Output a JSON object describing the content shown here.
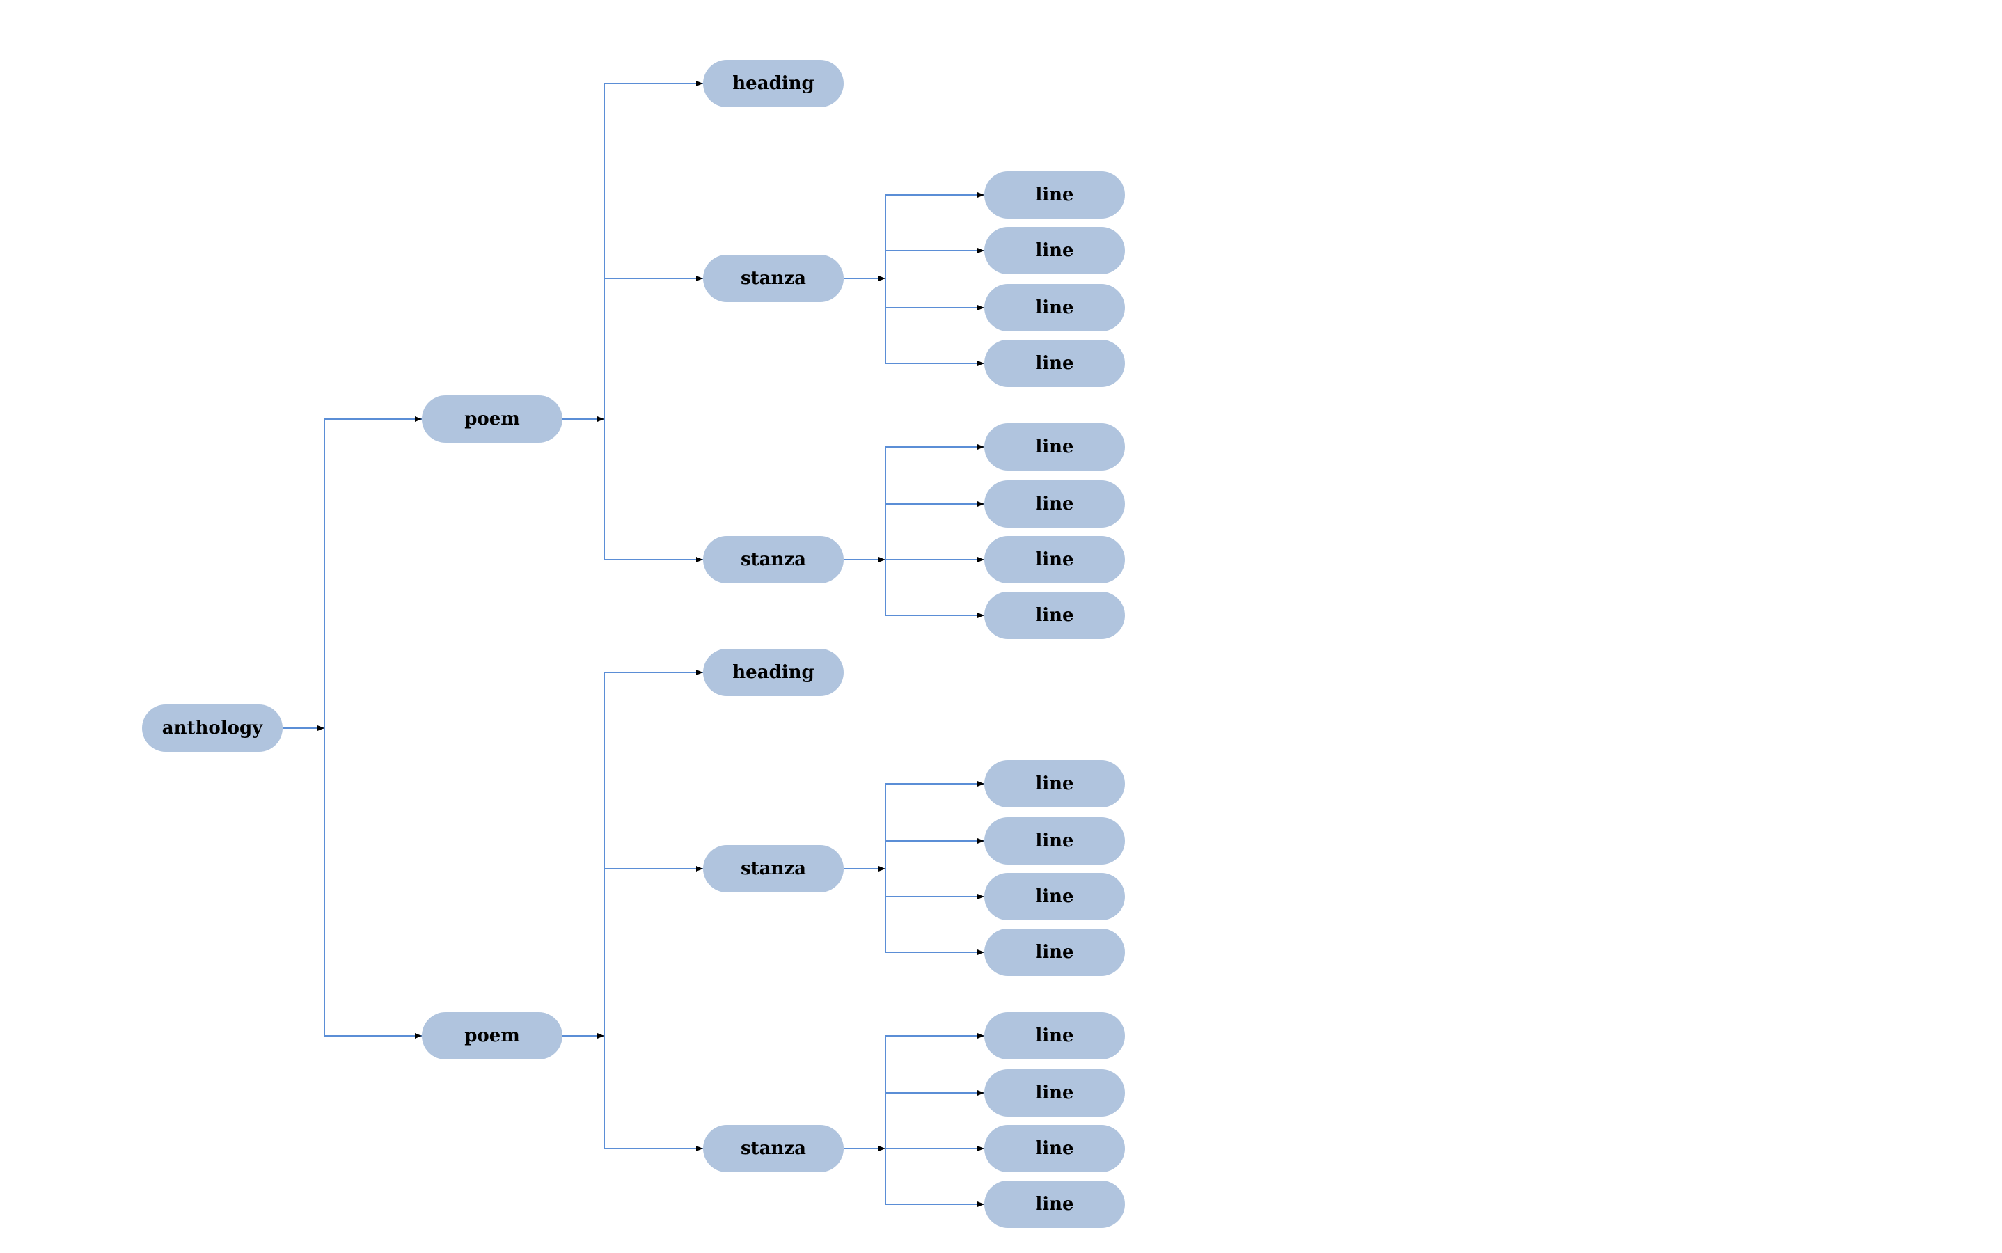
{
  "theme": {
    "node_fill": "#b0c4de",
    "edge_color": "#5b8ed6",
    "arrow_color": "#000000",
    "text_color": "#000000",
    "background": "#ffffff"
  },
  "tree": {
    "label": "anthology",
    "children": [
      {
        "label": "poem",
        "children": [
          {
            "label": "heading",
            "children": []
          },
          {
            "label": "stanza",
            "children": [
              {
                "label": "line",
                "children": []
              },
              {
                "label": "line",
                "children": []
              },
              {
                "label": "line",
                "children": []
              },
              {
                "label": "line",
                "children": []
              }
            ]
          },
          {
            "label": "stanza",
            "children": [
              {
                "label": "line",
                "children": []
              },
              {
                "label": "line",
                "children": []
              },
              {
                "label": "line",
                "children": []
              },
              {
                "label": "line",
                "children": []
              }
            ]
          }
        ]
      },
      {
        "label": "poem",
        "children": [
          {
            "label": "heading",
            "children": []
          },
          {
            "label": "stanza",
            "children": [
              {
                "label": "line",
                "children": []
              },
              {
                "label": "line",
                "children": []
              },
              {
                "label": "line",
                "children": []
              },
              {
                "label": "line",
                "children": []
              }
            ]
          },
          {
            "label": "stanza",
            "children": [
              {
                "label": "line",
                "children": []
              },
              {
                "label": "line",
                "children": []
              },
              {
                "label": "line",
                "children": []
              },
              {
                "label": "line",
                "children": []
              }
            ]
          }
        ]
      }
    ]
  }
}
